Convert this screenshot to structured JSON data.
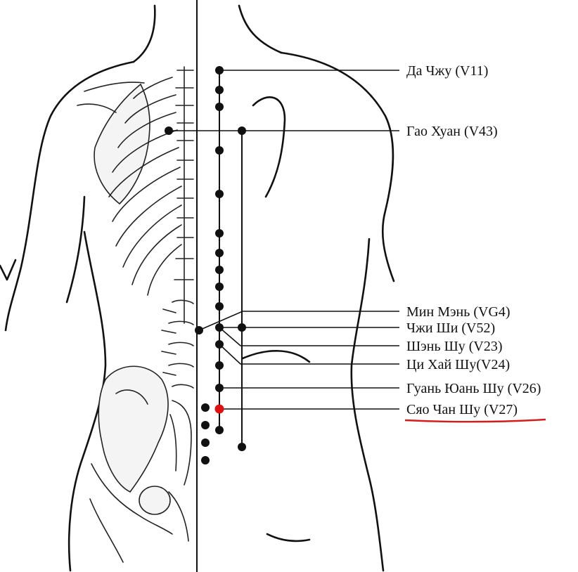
{
  "colors": {
    "ink": "#111111",
    "highlight": "#e01010",
    "underline": "#d81a1a"
  },
  "diagram": {
    "points": [
      {
        "id": "V11",
        "label": "Да Чжу (V11)"
      },
      {
        "id": "V43",
        "label": "Гао Хуан (V43)"
      },
      {
        "id": "VG4",
        "label": "Мин Мэнь (VG4)"
      },
      {
        "id": "V52",
        "label": "Чжи Ши (V52)"
      },
      {
        "id": "V23",
        "label": "Шэнь Шу (V23)"
      },
      {
        "id": "V24",
        "label": "Ци Хай Шу(V24)"
      },
      {
        "id": "V26",
        "label": "Гуань Юань Шу (V26)"
      },
      {
        "id": "V27",
        "label": "Сяо Чан Шу (V27)",
        "highlighted": true
      }
    ]
  }
}
